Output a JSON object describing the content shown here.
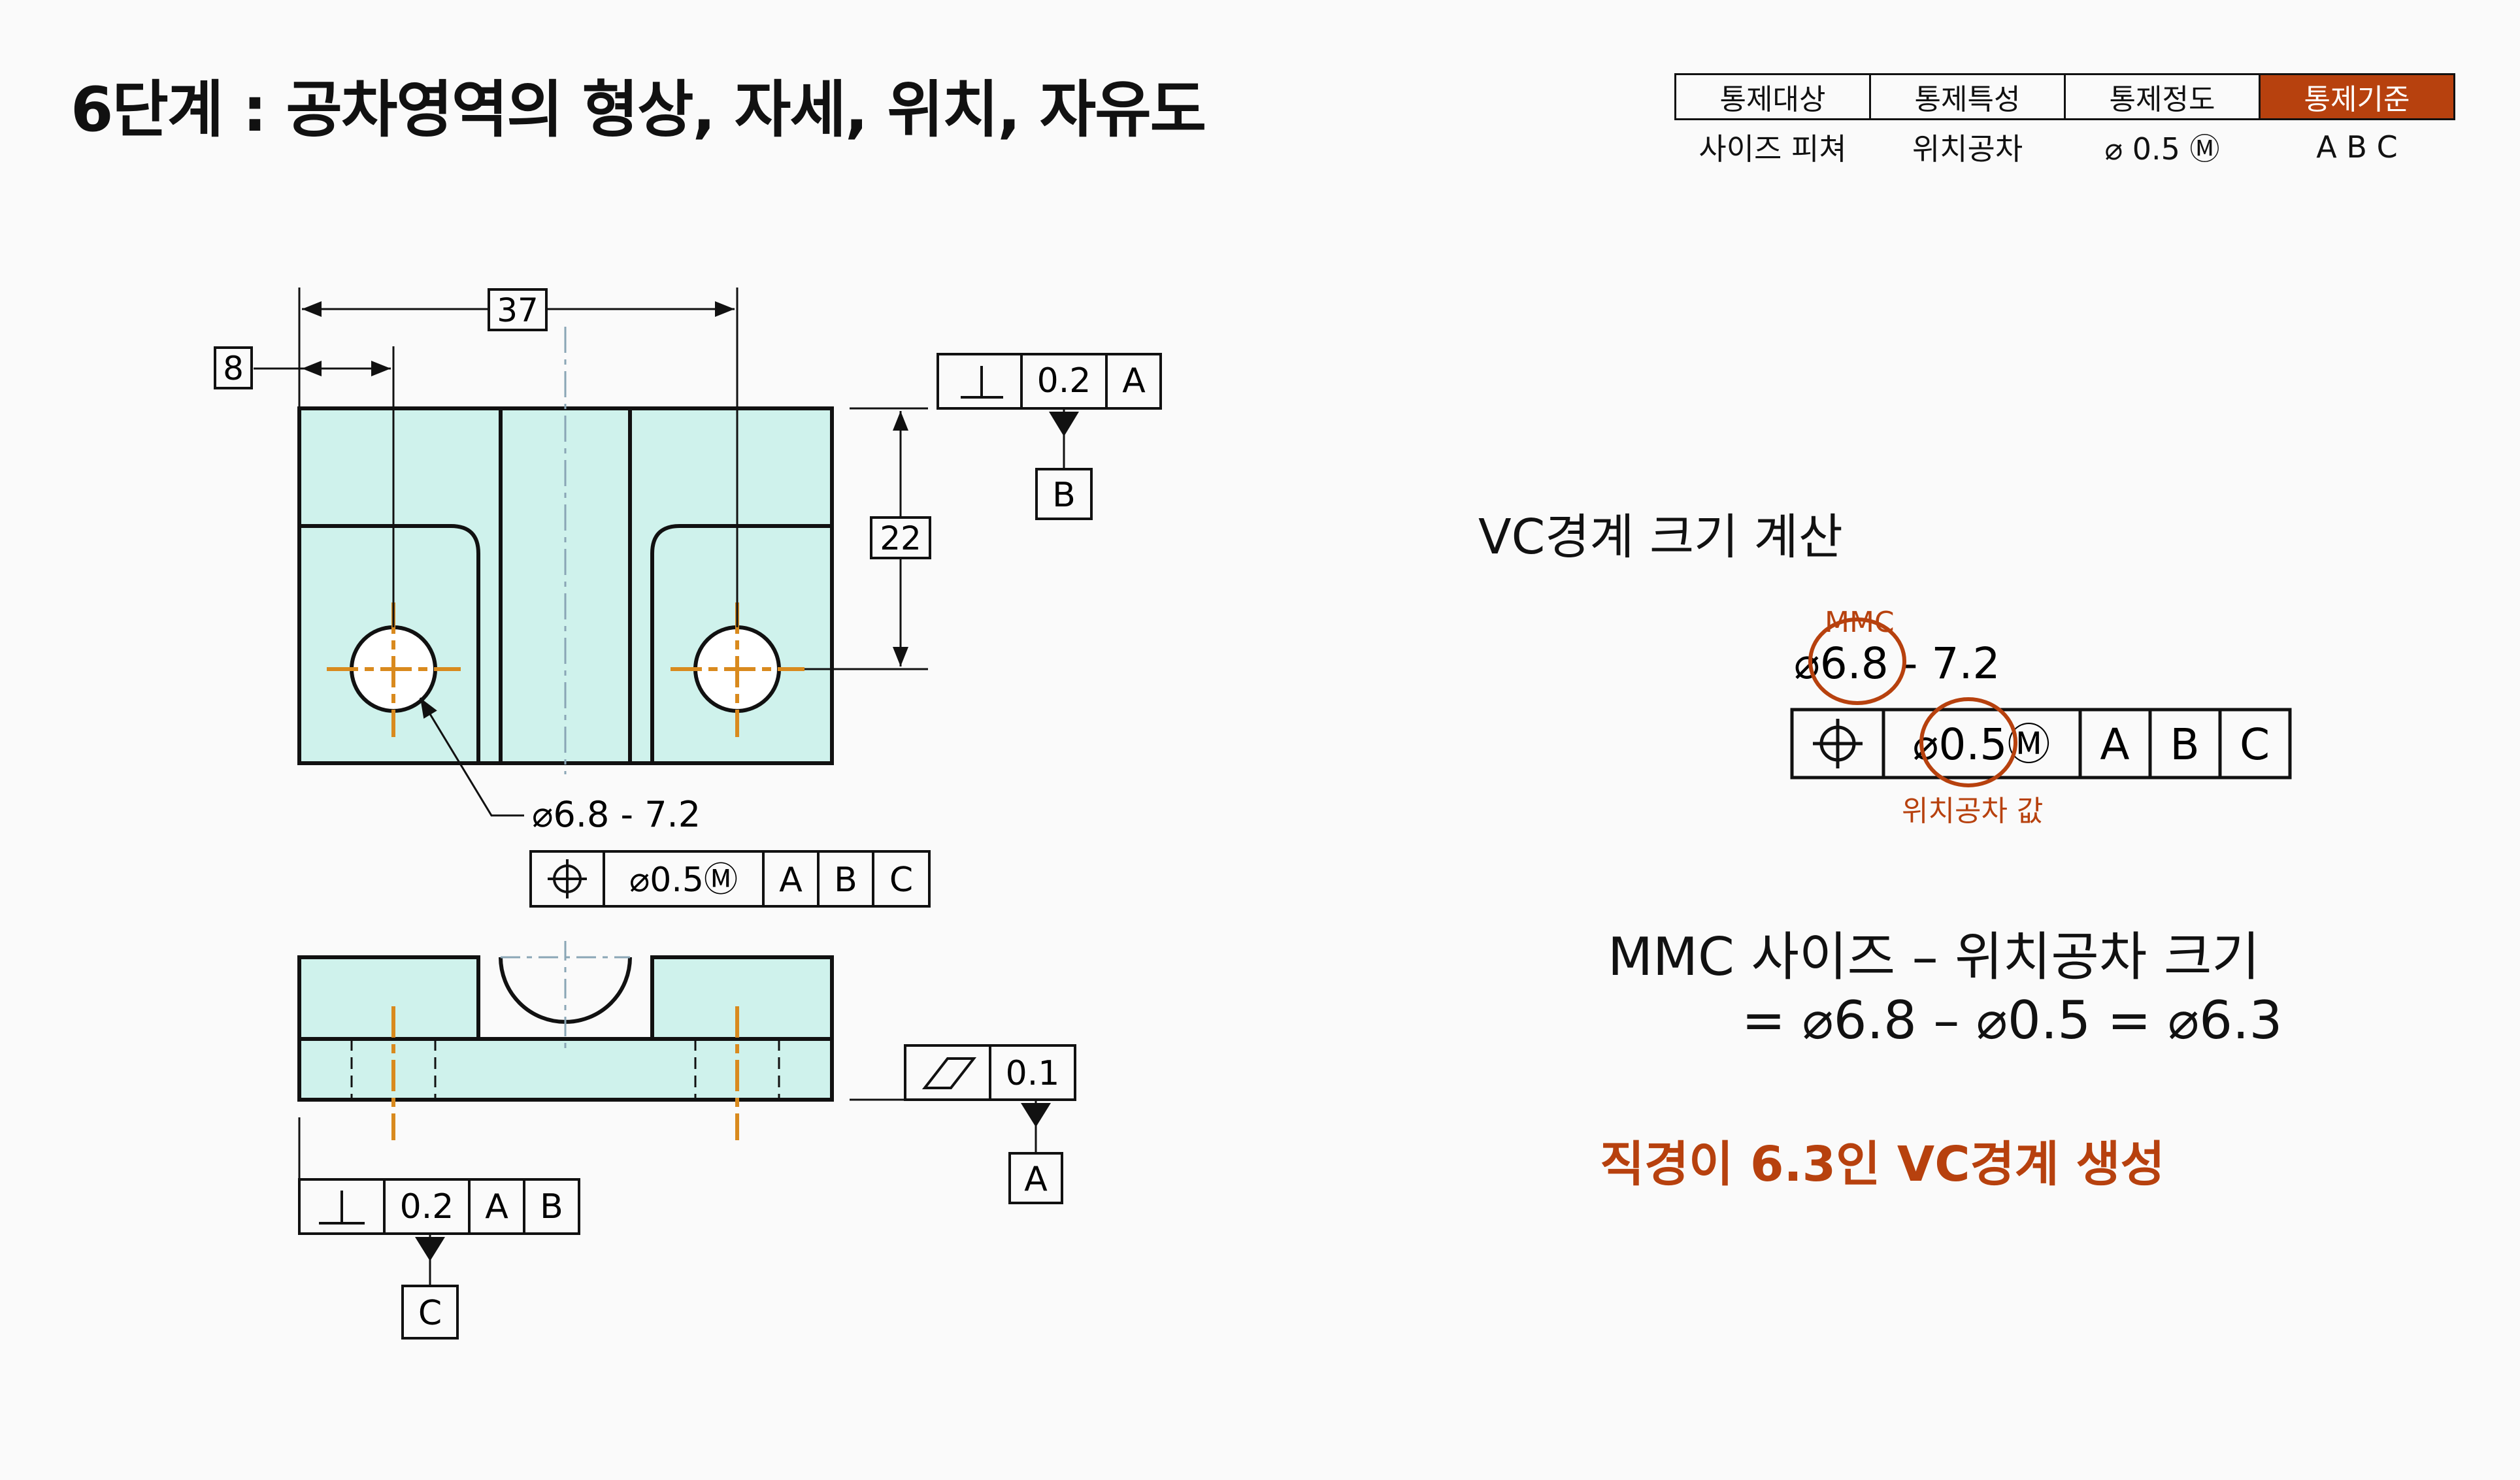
{
  "title": "6단계 : 공차영역의 형상, 자세, 위치, 자유도",
  "control_table": {
    "headers": [
      "통제대상",
      "통제특성",
      "통제정도",
      "통제기준"
    ],
    "values": [
      "사이즈 피쳐",
      "위치공차",
      "⌀ 0.5 Ⓜ",
      "A B C"
    ],
    "highlight_color": "#b7410e"
  },
  "drawing": {
    "dim_37": "37",
    "dim_8": "8",
    "dim_22": "22",
    "top_fcf": {
      "symbol": "perpendicularity-icon",
      "tolerance": "0.2",
      "datum": "A"
    },
    "datum_b": "B",
    "hole_size": "⌀6.8 - 7.2",
    "position_fcf": {
      "symbol": "position-icon",
      "tolerance": "⌀0.5Ⓜ",
      "datums": [
        "A",
        "B",
        "C"
      ]
    },
    "flatness_fcf": {
      "symbol": "flatness-icon",
      "tolerance": "0.1"
    },
    "datum_a": "A",
    "bottom_fcf": {
      "symbol": "perpendicularity-icon",
      "tolerance": "0.2",
      "datums": [
        "A",
        "B"
      ]
    },
    "datum_c": "C",
    "part_fill": "#cff2ec",
    "centerline_color": "#d98a1e"
  },
  "vc": {
    "heading": "VC경계 크기 계산",
    "mmc_label": "MMC",
    "size_text": "⌀6.8 - 7.2",
    "fcf_tolerance": "⌀0.5Ⓜ",
    "fcf_datums": [
      "A",
      "B",
      "C"
    ],
    "tol_label": "위치공차 값",
    "calc_line1": "MMC 사이즈 – 위치공차 크기",
    "calc_line2": "= ⌀6.8 – ⌀0.5 = ⌀6.3",
    "result": "직경이 6.3인 VC경계 생성",
    "accent": "#b7410e"
  }
}
